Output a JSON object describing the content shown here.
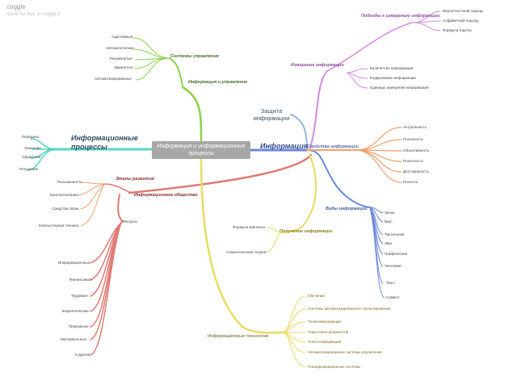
{
  "app": {
    "name": "coggle",
    "subtitle": "made for free at coggle.it"
  },
  "colors": {
    "teal": "#57d6c1",
    "green": "#8cd04a",
    "purple": "#d58ae0",
    "blue": "#6b89d9",
    "light_blue": "#8fb6e6",
    "orange": "#f0a171",
    "red": "#df7b75",
    "yellow": "#e8dc62"
  },
  "center": "Информация и информационные процессы",
  "processes": {
    "title": "Информационные процессы",
    "items": [
      "Передача",
      "Хранение",
      "Обработка",
      "Получение"
    ]
  },
  "control": {
    "title": "Информация и управление",
    "sub": "Системы управления",
    "items": [
      "Адаптивные",
      "Автоматические",
      "Разомкнутые",
      "Замкнутые",
      "Автоматизированные"
    ]
  },
  "information": {
    "title": "Информация",
    "protection": "Защита информации",
    "measurement": {
      "title": "Измерение информации",
      "approaches": "Подходы к измерению информации",
      "approach_items": [
        "Вероятностный подход",
        "Алфавитный подход",
        "Формула Хартли"
      ],
      "items": [
        "Количество информации",
        "Кодирование информации",
        "Единицы измерения информации"
      ]
    },
    "properties": {
      "title": "Свойства информации",
      "items": [
        "Актуальность",
        "Полезность",
        "Объективность",
        "Понятность",
        "Достоверность",
        "Полнота"
      ]
    },
    "kinds": {
      "title": "Виды информации",
      "items": [
        "Запах",
        "Вкус",
        "Тактильная",
        "Звук",
        "Графическая",
        "Числовая",
        "Текст",
        "Символ"
      ]
    },
    "obtaining": {
      "title": "Получение информации",
      "items": [
        "Формула Шеннона",
        "Семантическая теория"
      ]
    }
  },
  "society": {
    "title": "Информационное общество",
    "stages": "Этапы развития",
    "stage_items": [
      "Письменность",
      "Книгопечатание",
      "Средства связи",
      "Компьютерная техника"
    ],
    "resources": "Ресурсы",
    "resource_items": [
      "Информационные",
      "Финансовые",
      "Трудовые",
      "Энергетические",
      "Природные",
      "Материальные",
      "и другие"
    ]
  },
  "technologies": {
    "title": "Информационные технологии",
    "items": [
      "Обучение",
      "Системы автоматизированного проектирования",
      "Телекоммуникации",
      "Подготовка документов",
      "Поиск информации",
      "Автоматизированные системы управления",
      "Геоинформационные системы"
    ]
  }
}
